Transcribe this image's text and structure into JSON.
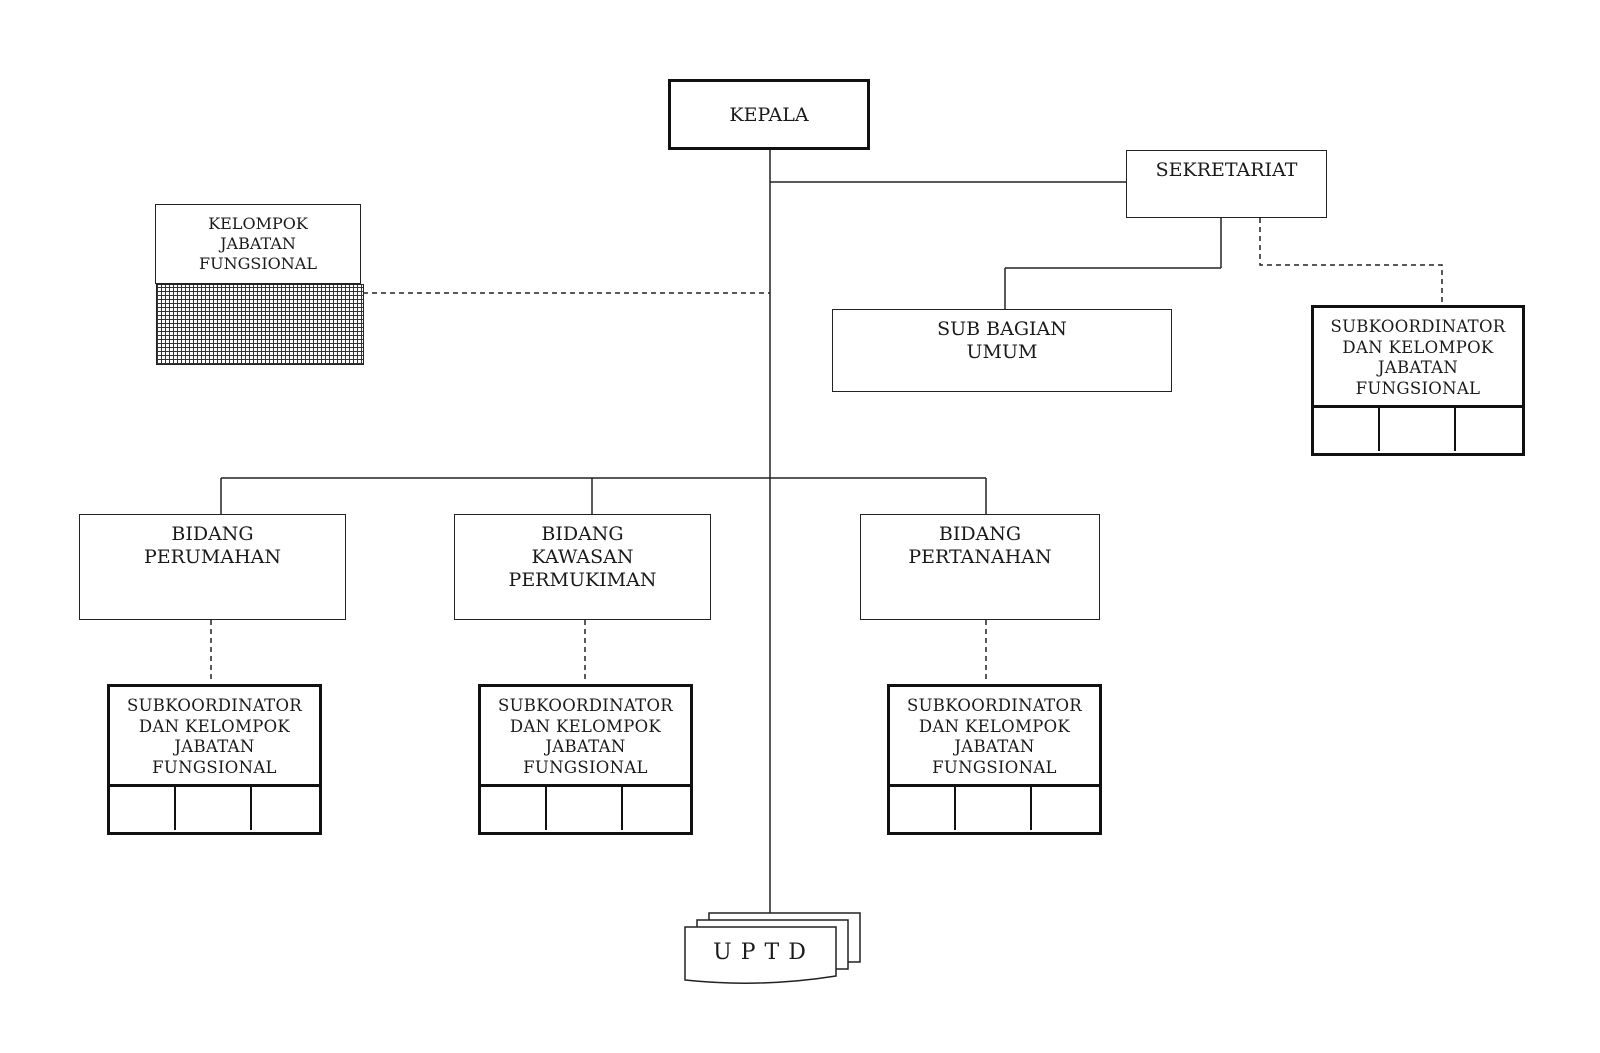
{
  "kepala": {
    "label": "KEPALA"
  },
  "sekretariat": {
    "label": "SEKRETARIAT"
  },
  "sub_bagian_umum": {
    "label": "SUB BAGIAN\nUMUM"
  },
  "kelompok_jabatan_fungsional": {
    "label": "KELOMPOK\nJABATAN\nFUNGSIONAL"
  },
  "bidang": [
    {
      "label": "BIDANG\nPERUMAHAN"
    },
    {
      "label": "BIDANG\nKAWASAN\nPERMUKIMAN"
    },
    {
      "label": "BIDANG\nPERTANAHAN"
    }
  ],
  "subkoordinator": {
    "label": "SUBKOORDINATOR\nDAN KELOMPOK\nJABATAN\nFUNGSIONAL"
  },
  "uptd": {
    "label": "UPTD"
  }
}
